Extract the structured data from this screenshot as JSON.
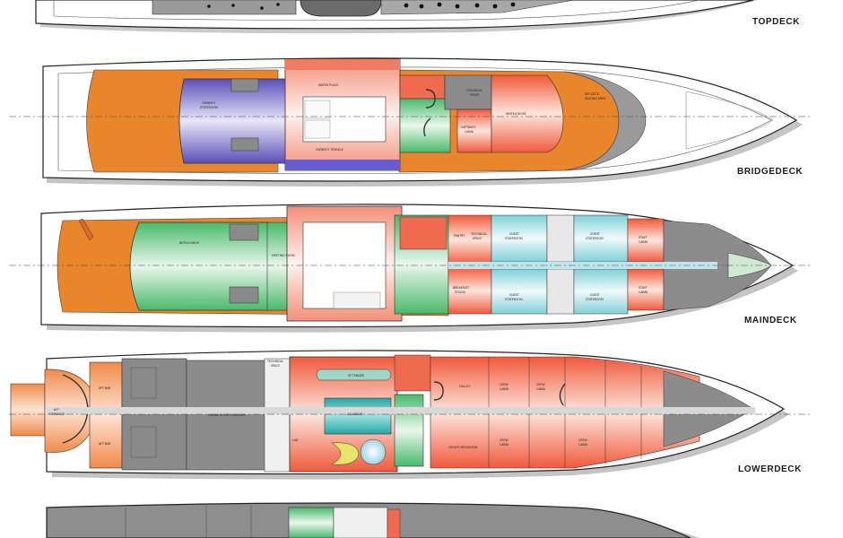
{
  "decks": {
    "topdeck": {
      "label": "TOPDECK"
    },
    "bridgedeck": {
      "label": "BRIDGEDECK",
      "rooms": [
        "OWNER'S STATEROOM",
        "WATER PLACE",
        "OWNER'S TERRACE",
        "TECHNICAL SPACE",
        "CAPTAIN'S CABIN",
        "WHEELHOUSE",
        "SKY DECK SEATING AREA"
      ]
    },
    "maindeck": {
      "label": "MAINDECK",
      "rooms": [
        "BATHLOUNGE",
        "MEETING ROOM",
        "GUEST STATEROOM",
        "GUEST STATEROOM",
        "GUEST STATEROOM",
        "GUEST STATEROOM",
        "STAFF CABIN",
        "STAFF CABIN",
        "TECHNICAL SPACE",
        "BREAKFAST STUDIO",
        "PANTRY"
      ]
    },
    "lowerdeck": {
      "label": "LOWERDECK",
      "rooms": [
        "AFT ENTRANCE",
        "AFT BAR",
        "AFT BAR",
        "TECHNICAL SPACE",
        "ENGINE ROOM CORRIDOR",
        "GALLEY",
        "CREW CABIN",
        "CREW CABIN",
        "CREW CABIN",
        "CREW CABIN",
        "CREW'S MESSROOM",
        "LAB",
        "SF TENDER",
        "AQUARIUM"
      ]
    },
    "tankdeck": {
      "label": ""
    }
  }
}
